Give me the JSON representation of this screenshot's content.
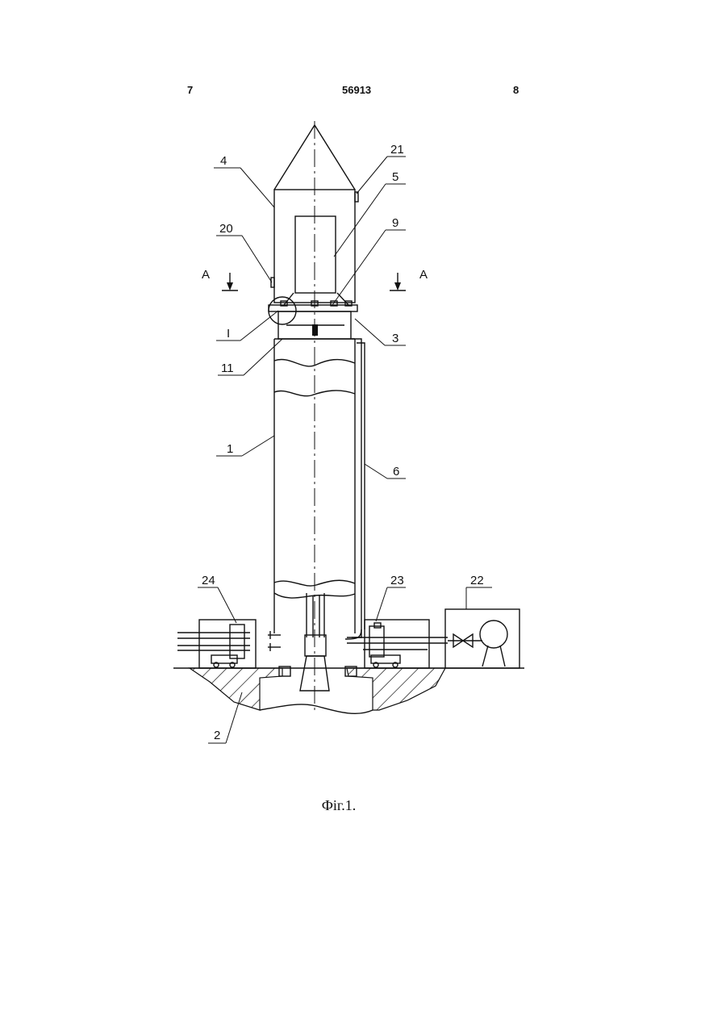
{
  "header": {
    "page_left": "7",
    "patent_number": "56913",
    "page_right": "8"
  },
  "labels": {
    "l4": "4",
    "l21": "21",
    "l5": "5",
    "l9": "9",
    "l20": "20",
    "lA_left": "A",
    "lA_right": "A",
    "lI": "I",
    "l3": "3",
    "l11": "11",
    "l1": "1",
    "l6": "6",
    "l24": "24",
    "l23": "23",
    "l22": "22",
    "l2": "2"
  },
  "caption": "Фіг.1."
}
